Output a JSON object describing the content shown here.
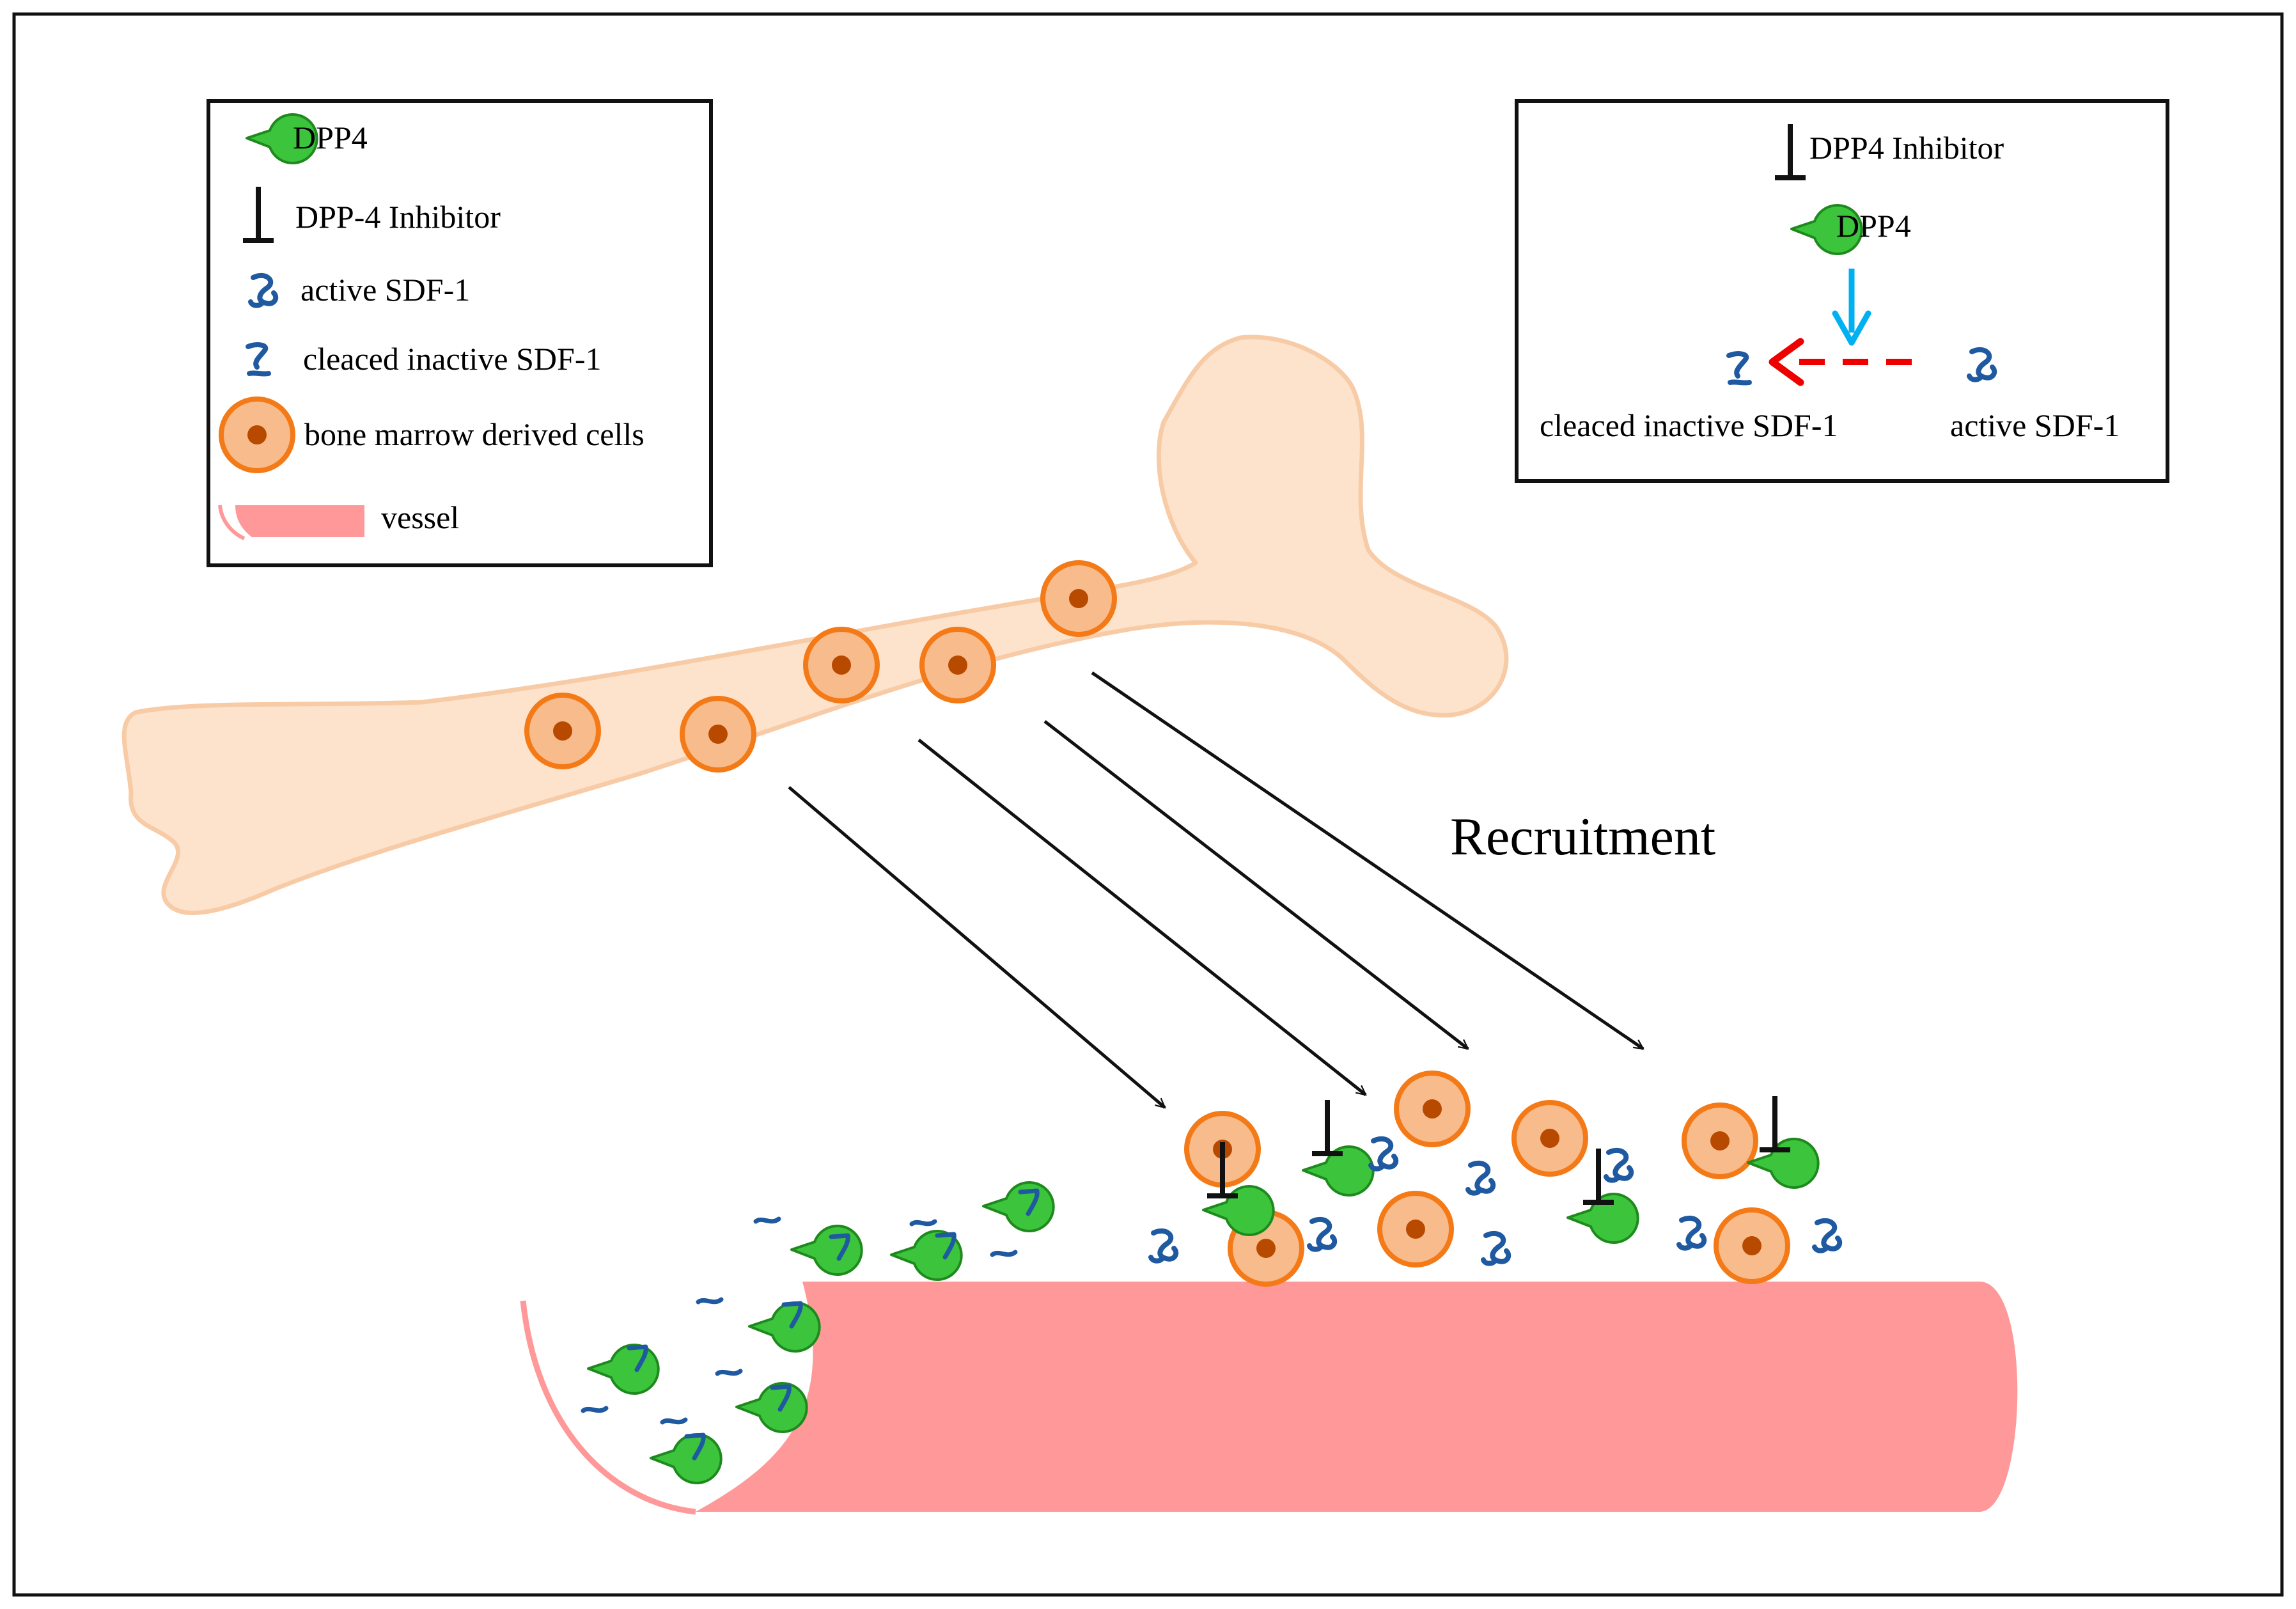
{
  "legend": {
    "items": [
      {
        "icon": "dpp4-icon",
        "label": "DPP4"
      },
      {
        "icon": "inhibitor-icon",
        "label": "DPP-4 Inhibitor"
      },
      {
        "icon": "active-sdf1-icon",
        "label": "active SDF-1"
      },
      {
        "icon": "cleaved-sdf1-icon",
        "label": "cleaced inactive SDF-1"
      },
      {
        "icon": "bone-marrow-cell-icon",
        "label": "bone marrow derived cells"
      },
      {
        "icon": "vessel-icon",
        "label": "vessel"
      }
    ]
  },
  "mechanism": {
    "inhibitor_label": "DPP4 Inhibitor",
    "dpp4_label": "DPP4",
    "cleaved_label": "cleaced inactive SDF-1",
    "active_label": "active SDF-1"
  },
  "main": {
    "recruitment_label": "Recruitment"
  },
  "colors": {
    "bone_fill": "#fde3cc",
    "bone_outline": "#f8cba7",
    "cell_fill": "#f8bb8c",
    "cell_ring": "#f47a18",
    "nucleus": "#b84a00",
    "dpp4_green": "#3cc43c",
    "dpp4_outline": "#1e8a1e",
    "sdf1_blue": "#1f5aa0",
    "vessel_pink": "#ff9999",
    "inhibition_arrow": "#00b0f0",
    "cleavage_arrow": "#ee0000"
  }
}
